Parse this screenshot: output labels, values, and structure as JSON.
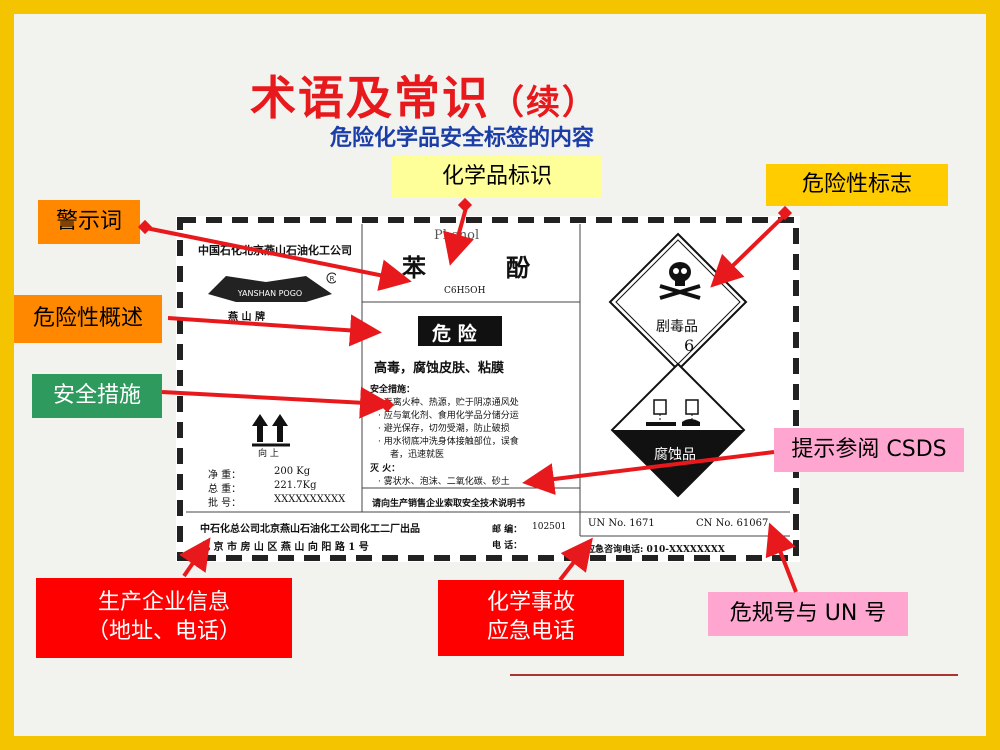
{
  "slide": {
    "title": "术语及常识",
    "title_suffix": "（续）",
    "subtitle": "危险化学品安全标签的内容"
  },
  "callouts": {
    "chem_id": "化学品标识",
    "hazard_mark": "危险性标志",
    "signal_word": "警示词",
    "hazard_overview": "危险性概述",
    "safety_measures": "安全措施",
    "csds_hint": "提示参阅 CSDS",
    "manufacturer_line1": "生产企业信息",
    "manufacturer_line2": "（地址、电话）",
    "emergency_line1": "化学事故",
    "emergency_line2": "应急电话",
    "un_number": "危规号与 UN 号"
  },
  "label": {
    "company_top": "中国石化北京燕山石油化工公司",
    "logo_text": "YANSHAN  POGO",
    "brand": "燕  山  牌",
    "english_name": "Phenol",
    "chinese_name_1": "苯",
    "chinese_name_2": "酚",
    "formula": "C6H5OH",
    "signal_word": "危  险",
    "hazard_desc": "高毒，腐蚀皮肤、粘膜",
    "safety_title": "安全措施：",
    "safety_items": [
      "· 远离火种、热源，贮于阴凉通风处",
      "· 应与氧化剂、食用化学品分储分运",
      "· 避光保存，切勿受潮，防止破损",
      "· 用水彻底冲洗身体接触部位，误食",
      "  者，迅速就医"
    ],
    "fire_title": "灭  火：",
    "fire_item": "· 雾状水、泡沫、二氧化碳、砂土",
    "csds_note": "请向生产销售企业索取安全技术说明书",
    "up_arrow_text": "向  上",
    "net_weight_label": "净    重：",
    "net_weight": "200 Kg",
    "gross_weight_label": "总    重：",
    "gross_weight": "221.7Kg",
    "batch_label": "批    号：",
    "batch": "XXXXXXXXXX",
    "toxic_label": "剧毒品",
    "toxic_class": "6",
    "corrosive_label": "腐蚀品",
    "manufacturer": "中石化总公司北京燕山石油化工公司化工二厂出品",
    "address": "北  京  市  房  山  区  燕  山  向  阳  路  1  号",
    "postcode_label": "邮  编：",
    "postcode": "102501",
    "phone_label": "电  话：",
    "un_text": "UN No.   1671",
    "cn_text": "CN No.  61067",
    "emergency_phone": "应急咨询电话: 010-XXXXXXXX"
  },
  "colors": {
    "frame": "#f5c400",
    "title": "#e8191c",
    "subtitle": "#1a3da8",
    "arrow": "#e8191c",
    "yellow_box": "#ffff99",
    "orange_box": "#ff8800",
    "green_box": "#2e9a5e",
    "pink_box": "#ffa6d0",
    "red_box": "#ff0000",
    "gold_box": "#ffcc00"
  }
}
